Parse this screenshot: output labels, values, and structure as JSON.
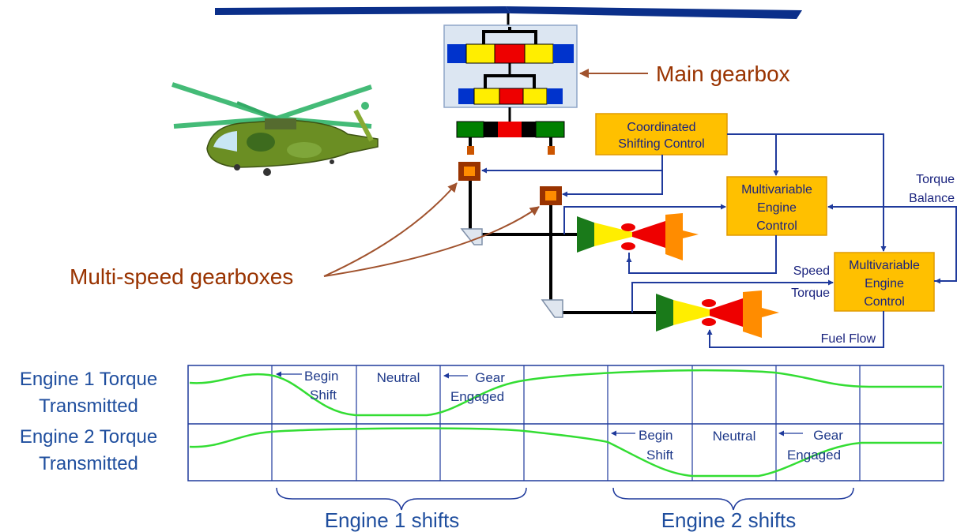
{
  "labels": {
    "main_gearbox": "Main gearbox",
    "multi_speed": "Multi-speed gearboxes"
  },
  "controls": {
    "coordinated": [
      "Coordinated",
      "Shifting Control"
    ],
    "mec1": [
      "Multivariable",
      "Engine",
      "Control"
    ],
    "mec2": [
      "Multivariable",
      "Engine",
      "Control"
    ]
  },
  "signals": {
    "torque_balance": [
      "Torque",
      "Balance"
    ],
    "speed": "Speed",
    "torque": "Torque",
    "fuel_flow": "Fuel Flow"
  },
  "chart": {
    "row1_label": [
      "Engine 1 Torque",
      "Transmitted"
    ],
    "row2_label": [
      "Engine 2 Torque",
      "Transmitted"
    ],
    "begin_shift": [
      "Begin",
      "Shift"
    ],
    "neutral": "Neutral",
    "gear_engaged": [
      "Gear",
      "Engaged"
    ],
    "engine1_shifts": "Engine 1 shifts",
    "engine2_shifts": "Engine 2 shifts"
  },
  "colors": {
    "curve": "#33dd33",
    "grid": "#1f3a9c",
    "control_box": "#ffc000",
    "label_brown": "#993300"
  }
}
